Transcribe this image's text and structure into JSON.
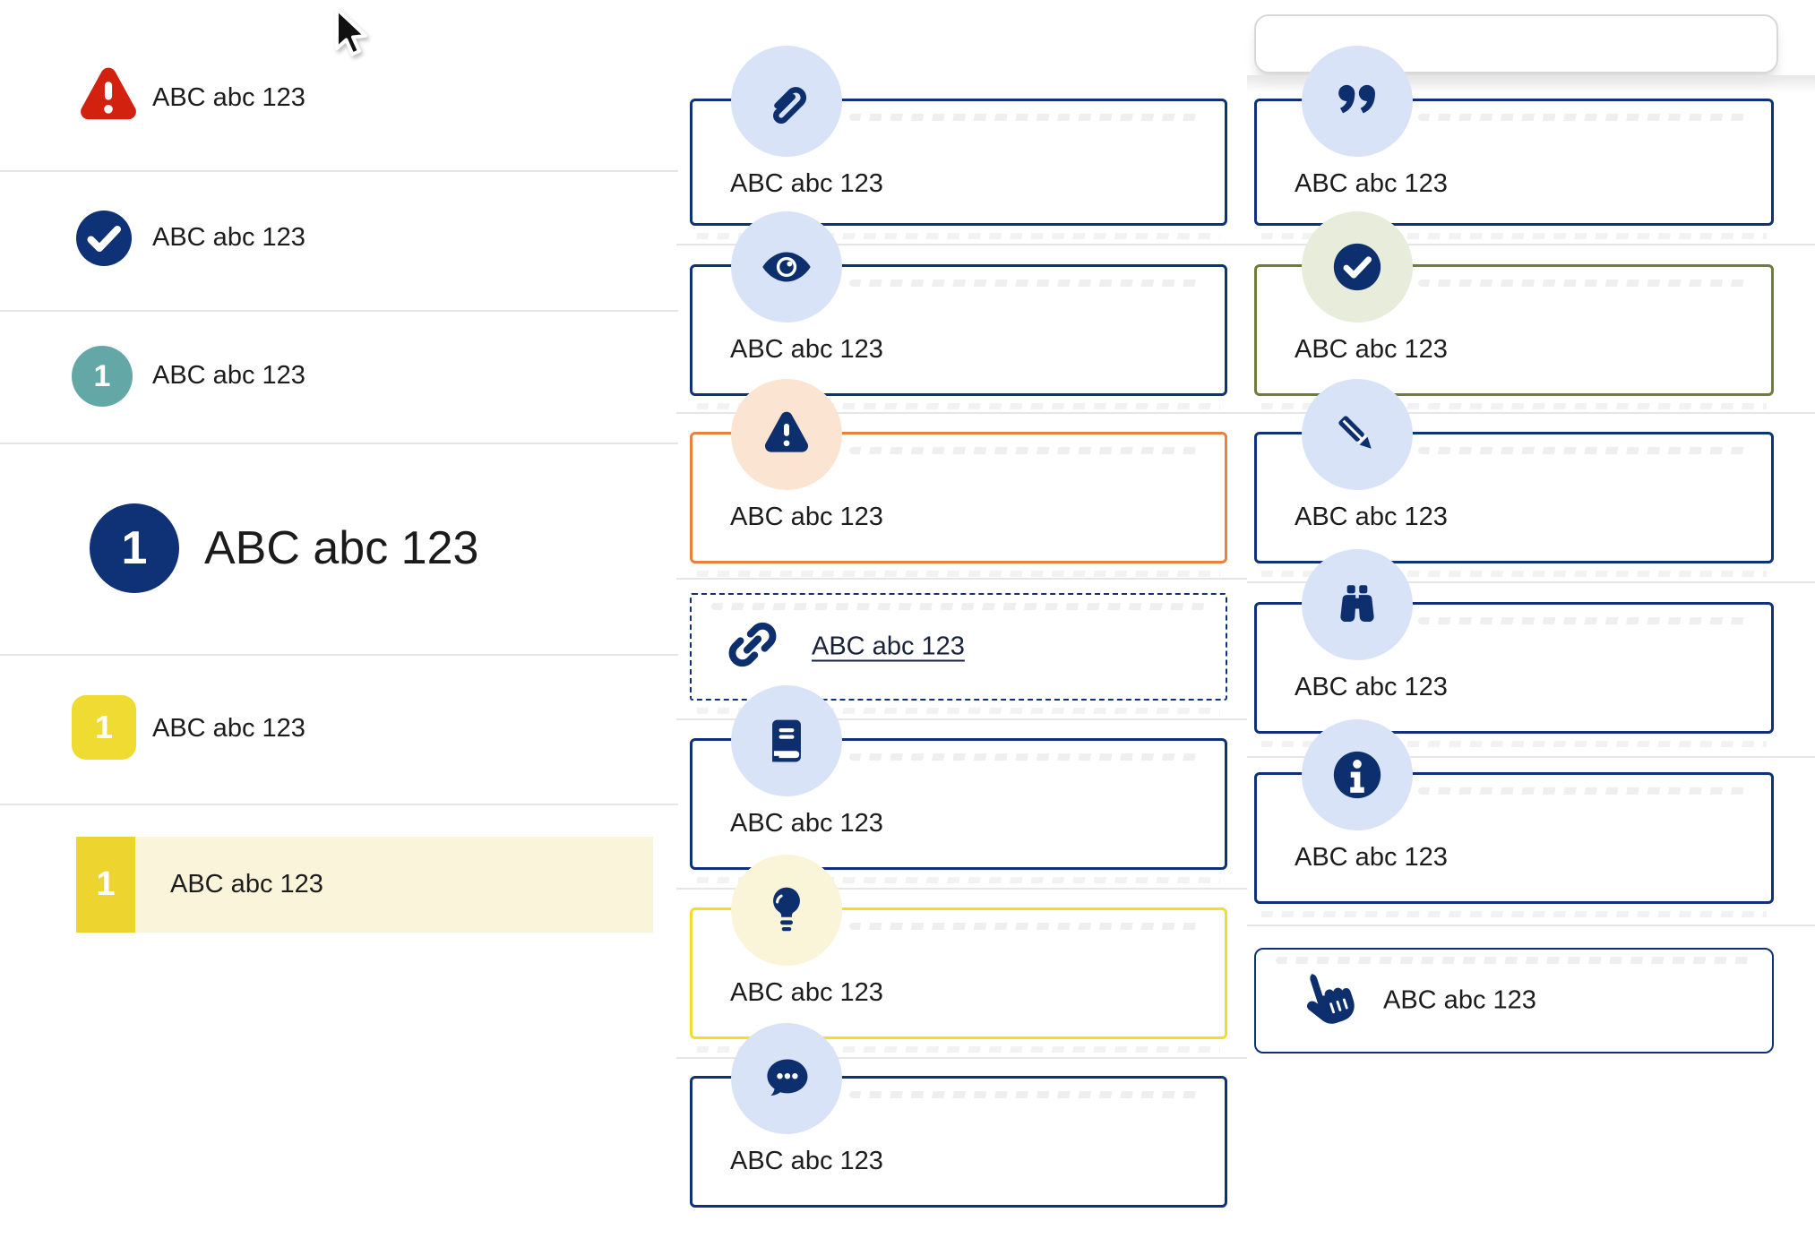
{
  "colors": {
    "navy": "#0e3275",
    "icon_navy": "#0d2f6e",
    "light_blue": "#d9e3f7",
    "orange": "#e8813c",
    "peach": "#fbe5d2",
    "yellow": "#efdf2c",
    "pale_yellow": "#faf5d8",
    "olive": "#6f7d3a",
    "pale_green": "#e7edda",
    "teal": "#64a7a7",
    "red": "#d3210f",
    "yellow_square": "#efdb31",
    "highlight_yellow": "#eed42e",
    "highlight_bg": "#faf5da",
    "text": "#1c1c1c",
    "separator": "#e5e5e5",
    "link_text": "#1a2238"
  },
  "left_list": {
    "items": [
      {
        "icon": "alert-triangle-icon",
        "label": "ABC abc 123"
      },
      {
        "icon": "check-circle-icon",
        "label": "ABC abc 123"
      },
      {
        "icon": "teal-number-badge",
        "badge": "1",
        "label": "ABC abc 123"
      },
      {
        "icon": "navy-number-badge-large",
        "badge": "1",
        "label": "ABC abc 123"
      },
      {
        "icon": "yellow-number-square",
        "badge": "1",
        "label": "ABC abc 123"
      },
      {
        "icon": "yellow-number-marker",
        "badge": "1",
        "label": "ABC abc 123",
        "highlighted": true
      }
    ]
  },
  "middle_column": {
    "callouts": [
      {
        "icon": "paperclip-icon",
        "variant": "default",
        "label": "ABC abc 123"
      },
      {
        "icon": "eye-icon",
        "variant": "default",
        "label": "ABC abc 123"
      },
      {
        "icon": "warning-icon",
        "variant": "warning",
        "label": "ABC abc 123"
      },
      {
        "icon": "link-icon",
        "variant": "link",
        "label": "ABC abc 123"
      },
      {
        "icon": "book-icon",
        "variant": "default",
        "label": "ABC abc 123"
      },
      {
        "icon": "lightbulb-icon",
        "variant": "tip",
        "label": "ABC abc 123"
      },
      {
        "icon": "chat-icon",
        "variant": "default",
        "label": "ABC abc 123"
      }
    ]
  },
  "right_column": {
    "callouts": [
      {
        "icon": "quote-icon",
        "variant": "default",
        "label": "ABC abc 123"
      },
      {
        "icon": "check-circle-icon",
        "variant": "success",
        "label": "ABC abc 123"
      },
      {
        "icon": "pencil-icon",
        "variant": "default",
        "label": "ABC abc 123"
      },
      {
        "icon": "binoculars-icon",
        "variant": "default",
        "label": "ABC abc 123"
      },
      {
        "icon": "info-icon",
        "variant": "default",
        "label": "ABC abc 123"
      },
      {
        "icon": "pointer-hand-icon",
        "variant": "action",
        "label": "ABC abc 123"
      }
    ]
  }
}
